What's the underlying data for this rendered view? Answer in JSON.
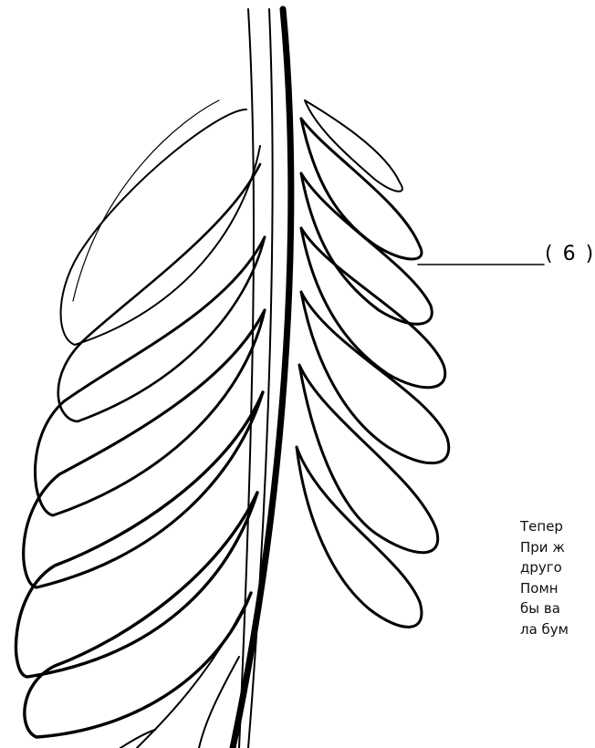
{
  "illustration": {
    "icon": "feather-line-drawing",
    "callout_number": "6"
  },
  "callout": {
    "label": "( 6 )"
  },
  "caption": {
    "lines": [
      "Тепер",
      "При ж",
      "друго",
      "Помн",
      "бы ва",
      "ла бум"
    ]
  },
  "colors": {
    "ink": "#000000",
    "background": "#ffffff"
  }
}
